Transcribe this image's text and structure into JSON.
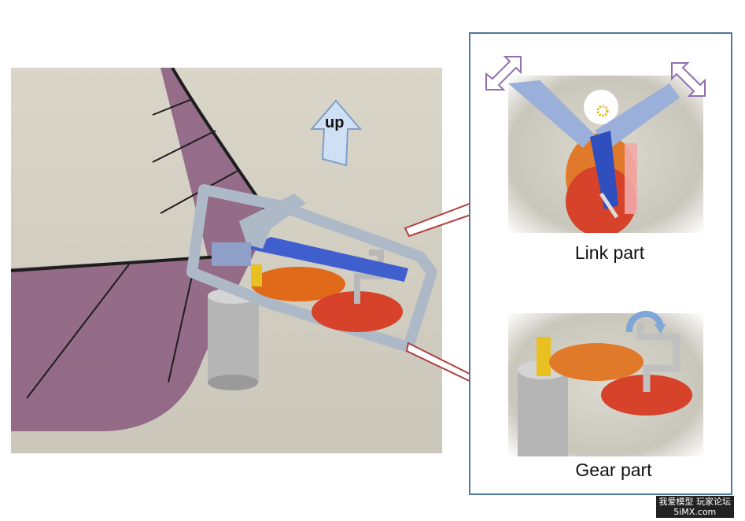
{
  "labels": {
    "up": "up",
    "link_part": "Link part",
    "gear_part": "Gear part"
  },
  "watermark": {
    "line1": "我爱模型 玩家论坛",
    "line2": "5iMX.com"
  },
  "colors": {
    "background_3d": "#cfcbbf",
    "wing": "#8a5a7e",
    "frame": "#aeb9c8",
    "link_blue": "#3f5fcf",
    "gear_orange": "#e06a1a",
    "gear_red": "#d6432a",
    "motor_gray": "#b8b8b8",
    "panel_border": "#4f7a99",
    "callout_arrow_border": "#b04040",
    "up_arrow": "#cfe0f5",
    "motion_arrow_purple": "#8f6fb0",
    "motion_arrow_pink": "#f2a8a8"
  },
  "icons": [
    "up-arrow-icon",
    "callout-arrow-icon",
    "double-headed-arrow-icon",
    "rotation-arrow-icon",
    "small-gear-icon"
  ]
}
